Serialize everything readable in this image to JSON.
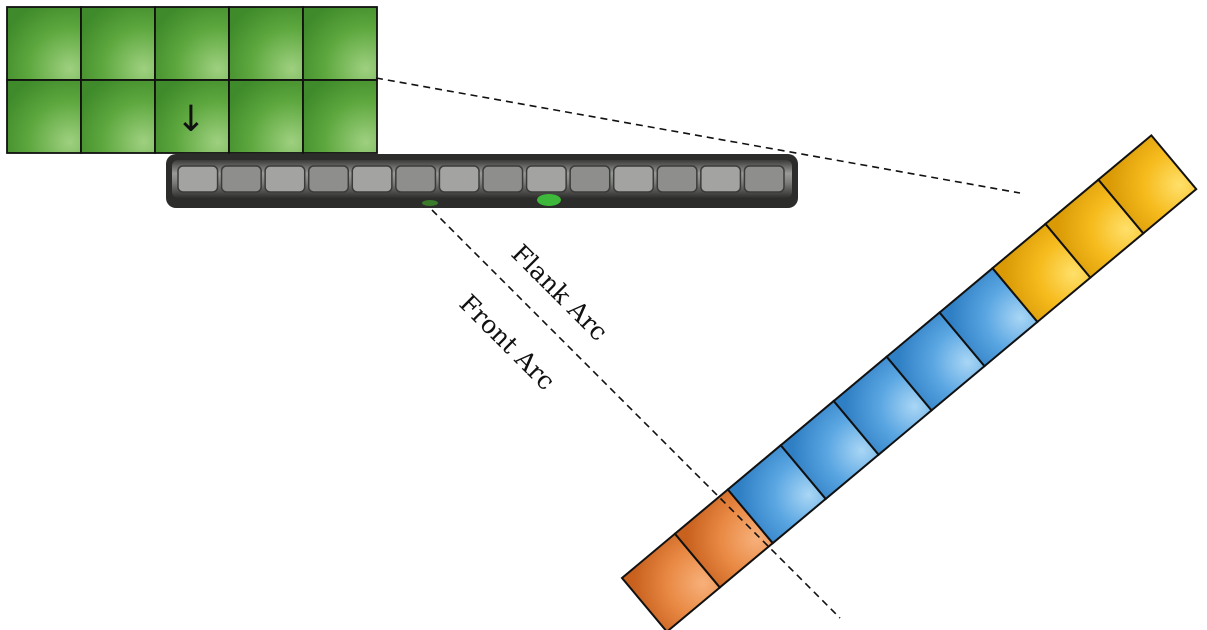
{
  "diagram": {
    "labels": {
      "flank_arc": "Flank Arc",
      "front_arc": "Front Arc"
    },
    "green_unit": {
      "rows": 2,
      "cols": 5,
      "facing_icon": "down-arrow-icon",
      "facing_glyph": "↓",
      "color": "#4e9a36"
    },
    "wall": {
      "segments": 14,
      "color": "#6d6e6c"
    },
    "diagonal_unit": {
      "blocks": [
        {
          "color": "orange",
          "hex": "#e0762d",
          "count": 2
        },
        {
          "color": "blue",
          "hex": "#3f8fd6",
          "count": 5
        },
        {
          "color": "yellow",
          "hex": "#f2b10c",
          "count": 3
        }
      ]
    },
    "lines": {
      "style": "dashed",
      "color": "#111111"
    }
  }
}
